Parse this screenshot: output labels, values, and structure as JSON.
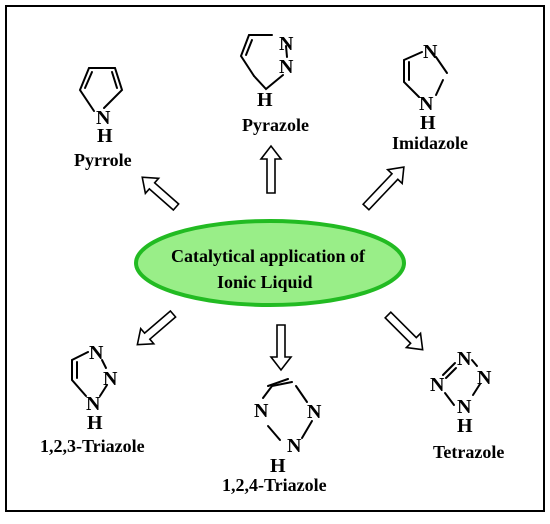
{
  "center_label": {
    "line1": "Catalytical application of",
    "line2": "Ionic Liquid",
    "fill_color": "#99ee88",
    "stroke_color": "#22bb22"
  },
  "compounds": [
    {
      "name": "Pyrrole",
      "atoms": {
        "nh_n": "N",
        "nh_h": "H"
      }
    },
    {
      "name": "Pyrazole",
      "atoms": {
        "n2": "N",
        "nh_n": "N",
        "nh_h": "H"
      }
    },
    {
      "name": "Imidazole",
      "atoms": {
        "n3": "N",
        "nh_n": "N",
        "nh_h": "H"
      }
    },
    {
      "name": "1,2,3-Triazole",
      "atoms": {
        "n3": "N",
        "n2": "N",
        "nh_n": "N",
        "nh_h": "H"
      }
    },
    {
      "name": "1,2,4-Triazole",
      "atoms": {
        "n4": "N",
        "n2": "N",
        "nh_n": "N",
        "nh_h": "H"
      }
    },
    {
      "name": "Tetrazole",
      "atoms": {
        "n4": "N",
        "n3": "N",
        "n2": "N",
        "nh_n": "N",
        "nh_h": "H"
      }
    }
  ]
}
